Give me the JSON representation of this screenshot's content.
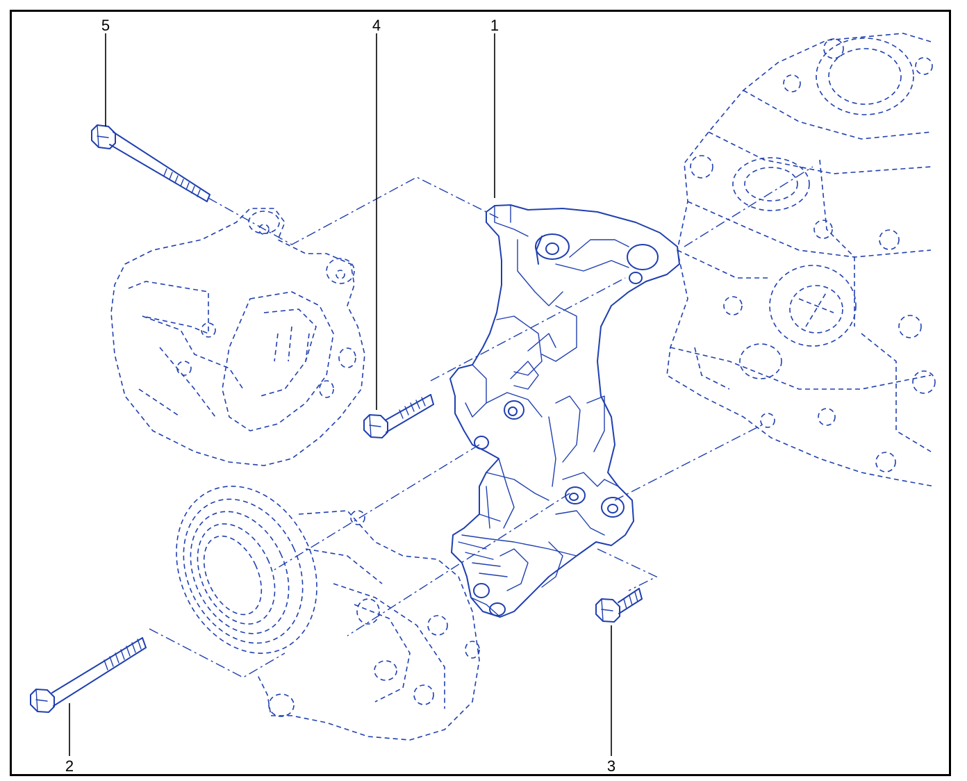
{
  "callouts": {
    "c1": "1",
    "c2": "2",
    "c3": "3",
    "c4": "4",
    "c5": "5"
  },
  "colors": {
    "line": "#1f3fb0",
    "frame": "#000000",
    "label": "#000000"
  }
}
